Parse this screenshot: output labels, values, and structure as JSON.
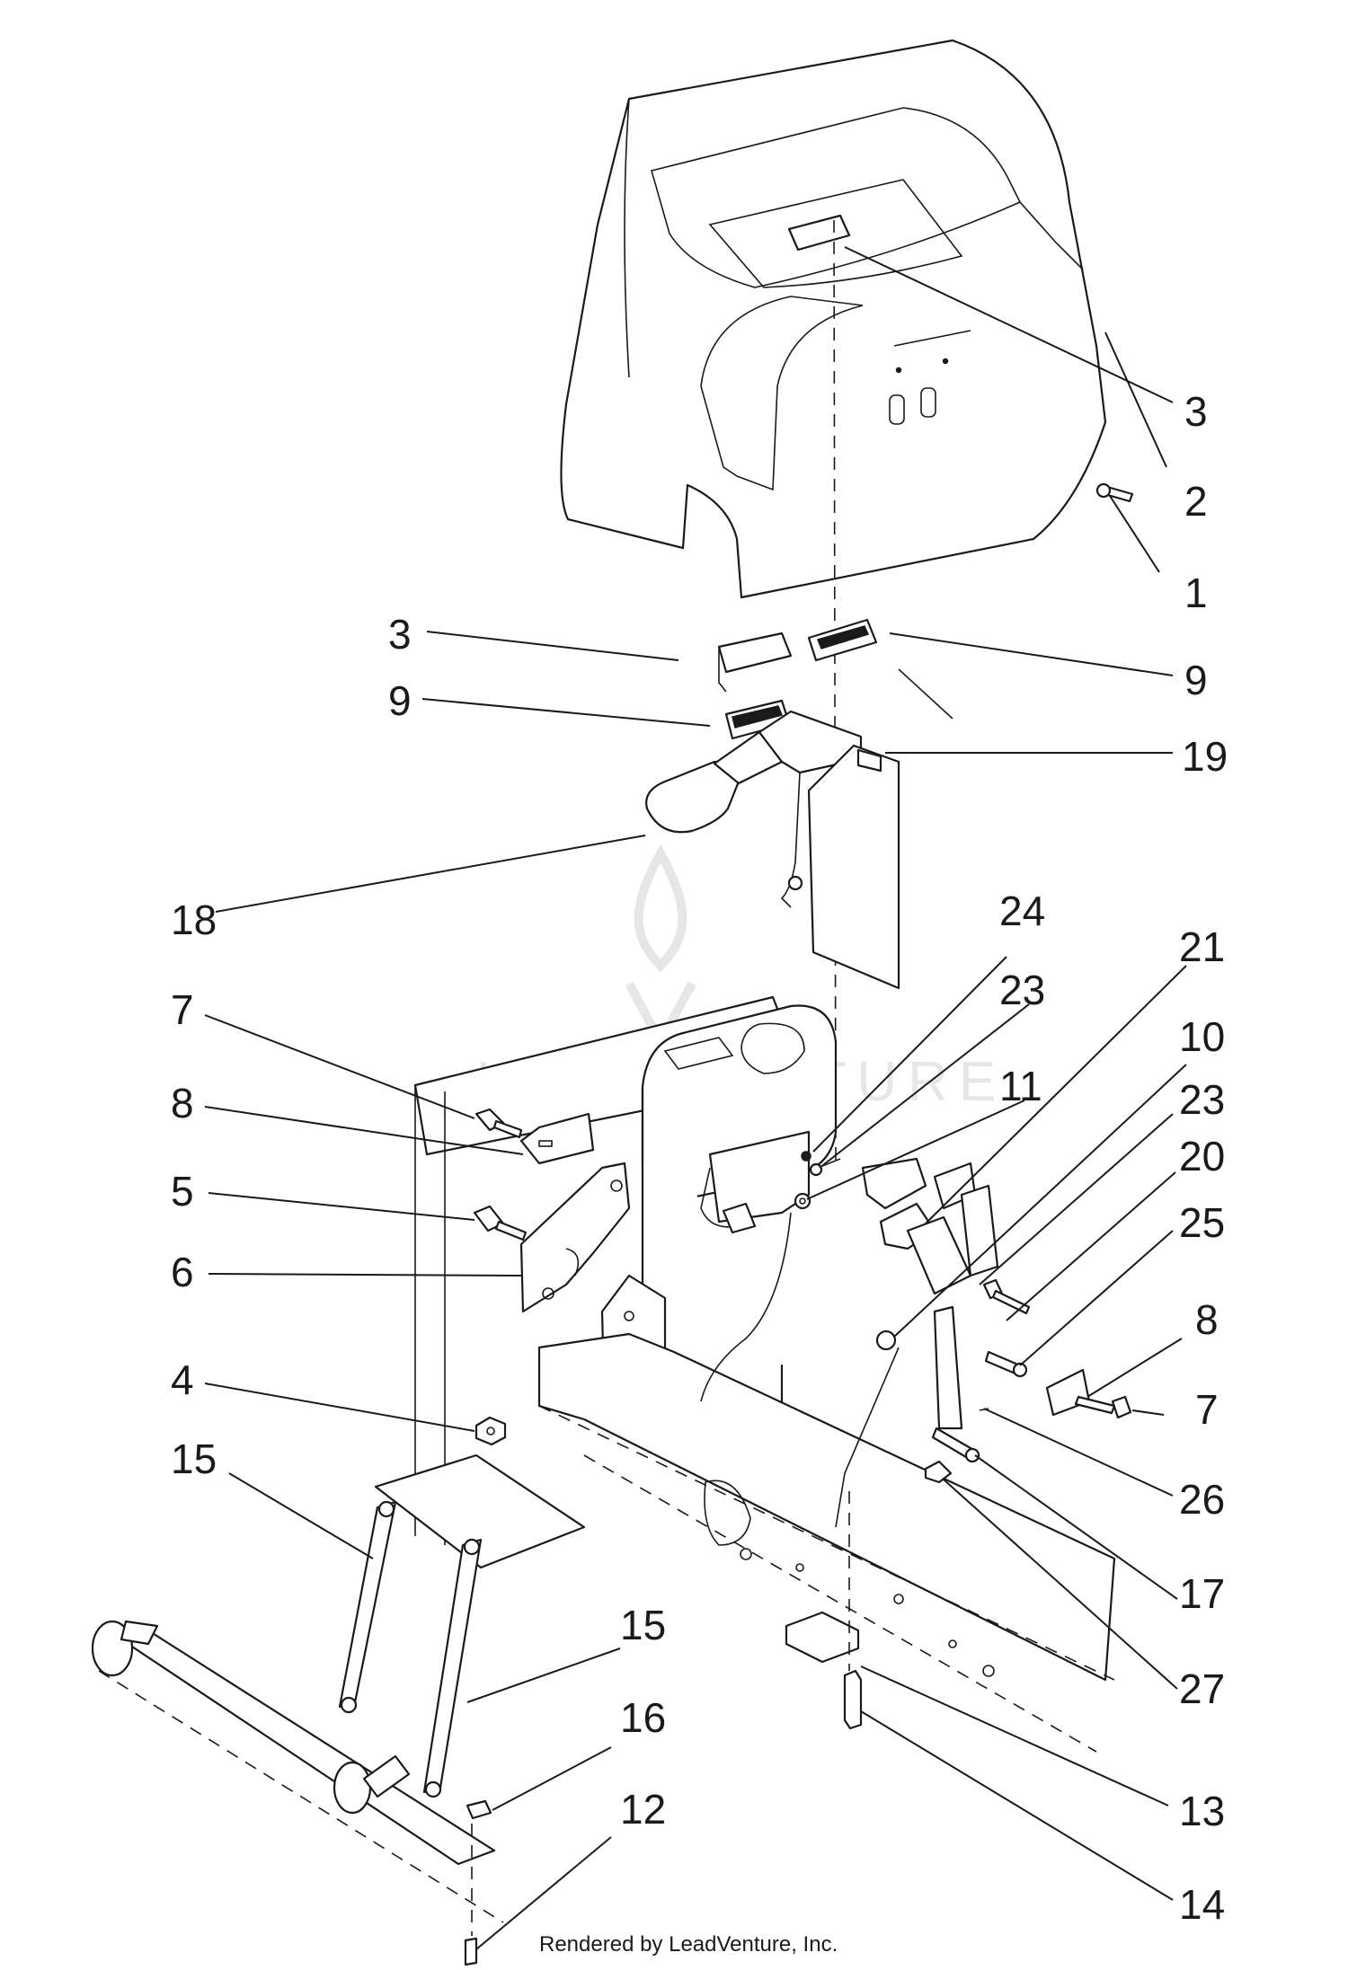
{
  "watermark": {
    "text": "LEADVENTURE"
  },
  "credit": "Rendered by LeadVenture, Inc.",
  "callouts": [
    {
      "id": "c3a",
      "label": "3"
    },
    {
      "id": "c2",
      "label": "2"
    },
    {
      "id": "c1",
      "label": "1"
    },
    {
      "id": "c3b",
      "label": "3"
    },
    {
      "id": "c9a",
      "label": "9"
    },
    {
      "id": "c9b",
      "label": "9"
    },
    {
      "id": "c19",
      "label": "19"
    },
    {
      "id": "c18",
      "label": "18"
    },
    {
      "id": "c24",
      "label": "24"
    },
    {
      "id": "c21",
      "label": "21"
    },
    {
      "id": "c23a",
      "label": "23"
    },
    {
      "id": "c10",
      "label": "10"
    },
    {
      "id": "c7a",
      "label": "7"
    },
    {
      "id": "c11",
      "label": "11"
    },
    {
      "id": "c23b",
      "label": "23"
    },
    {
      "id": "c8a",
      "label": "8"
    },
    {
      "id": "c20",
      "label": "20"
    },
    {
      "id": "c5",
      "label": "5"
    },
    {
      "id": "c25",
      "label": "25"
    },
    {
      "id": "c6",
      "label": "6"
    },
    {
      "id": "c8b",
      "label": "8"
    },
    {
      "id": "c4",
      "label": "4"
    },
    {
      "id": "c7b",
      "label": "7"
    },
    {
      "id": "c15a",
      "label": "15"
    },
    {
      "id": "c26",
      "label": "26"
    },
    {
      "id": "c17",
      "label": "17"
    },
    {
      "id": "c15b",
      "label": "15"
    },
    {
      "id": "c27",
      "label": "27"
    },
    {
      "id": "c16",
      "label": "16"
    },
    {
      "id": "c12",
      "label": "12"
    },
    {
      "id": "c13",
      "label": "13"
    },
    {
      "id": "c14",
      "label": "14"
    }
  ]
}
